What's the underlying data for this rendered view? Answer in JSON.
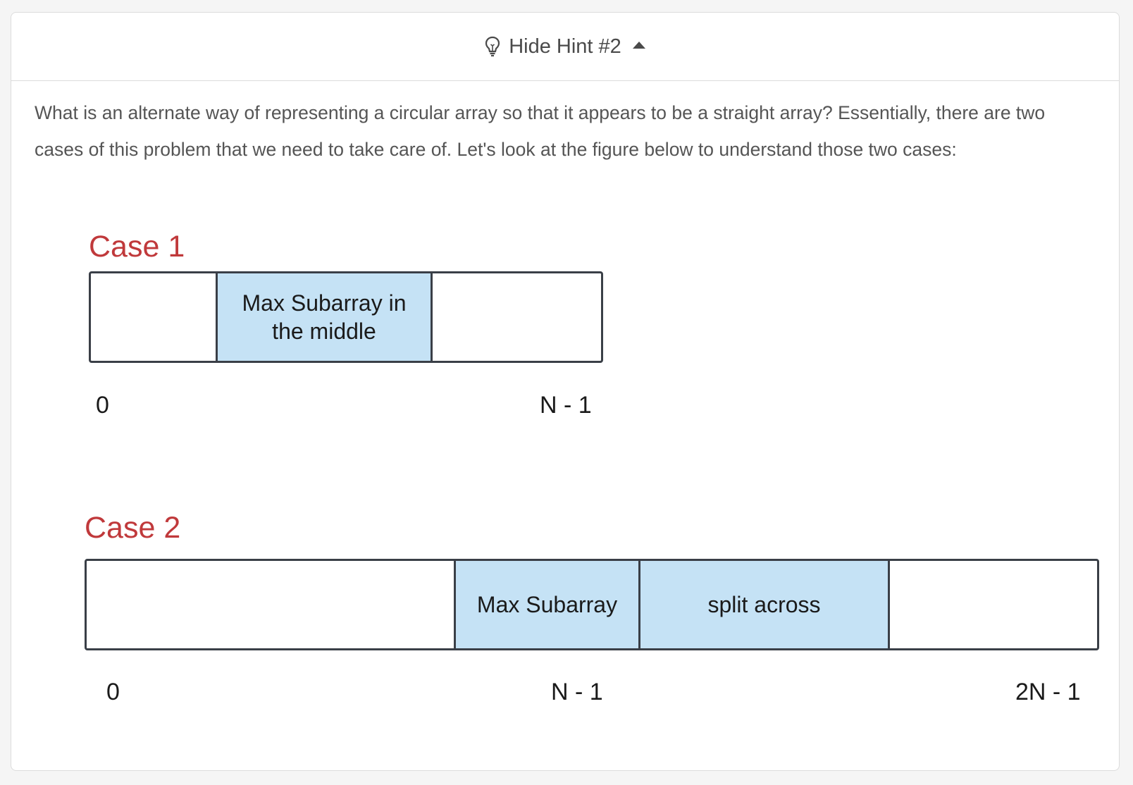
{
  "hint": {
    "toggle_label": "Hide Hint #2",
    "icon": "lightbulb-icon",
    "caret_icon": "caret-up-icon",
    "text": "What is an alternate way of representing a circular array so that it appears to be a straight array? Essentially, there are two cases of this problem that we need to take care of. Let's look at the figure below to understand those two cases:"
  },
  "figure": {
    "case1": {
      "title": "Case 1",
      "highlight_label": "Max Subarray in the middle",
      "index_start": "0",
      "index_end": "N - 1"
    },
    "case2": {
      "title": "Case 2",
      "highlight_left_label": "Max Subarray",
      "highlight_right_label": "split across",
      "index_start": "0",
      "index_mid": "N - 1",
      "index_end": "2N - 1"
    }
  },
  "colors": {
    "case_title": "#c0393b",
    "highlight_fill": "#c5e2f5",
    "border": "#3a3f47"
  }
}
